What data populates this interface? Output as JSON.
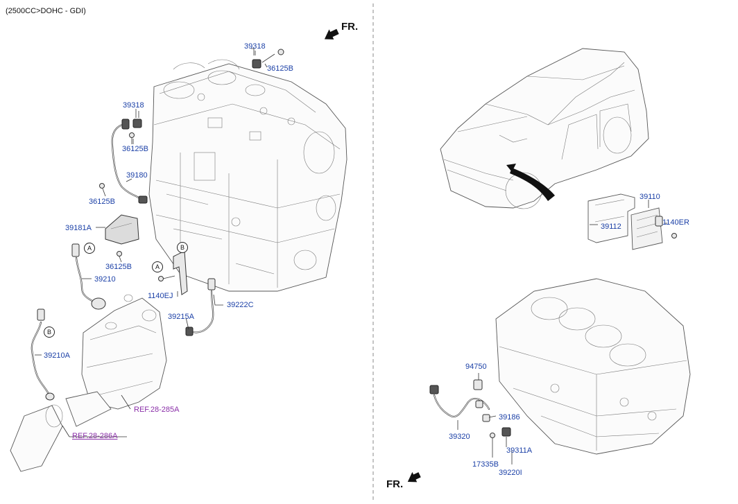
{
  "header": {
    "title": "(2500CC>DOHC - GDI)"
  },
  "front_marker": {
    "top_label": "FR.",
    "bottom_label": "FR."
  },
  "circle_markers": {
    "a": "A",
    "b": "B"
  },
  "labels": {
    "p39318_top": "39318",
    "p36125B_top": "36125B",
    "p39318_left": "39318",
    "p36125B_left": "36125B",
    "p39180": "39180",
    "p36125B_mid": "36125B",
    "p39181A": "39181A",
    "p36125B_low": "36125B",
    "p39210": "39210",
    "p1140EJ": "1140EJ",
    "p39222C": "39222C",
    "p39215A": "39215A",
    "p39210A": "39210A",
    "ref_285A": "REF.28-285A",
    "ref_286A": "REF.28-286A",
    "p39110": "39110",
    "p39112": "39112",
    "p1140ER": "1140ER",
    "p94750": "94750",
    "p39186": "39186",
    "p39320": "39320",
    "p39311A": "39311A",
    "p17335B": "17335B",
    "p39220I": "39220I"
  },
  "colors": {
    "part_label": "#1a3fa6",
    "reference_label": "#8a2fa8",
    "line": "#333333"
  }
}
